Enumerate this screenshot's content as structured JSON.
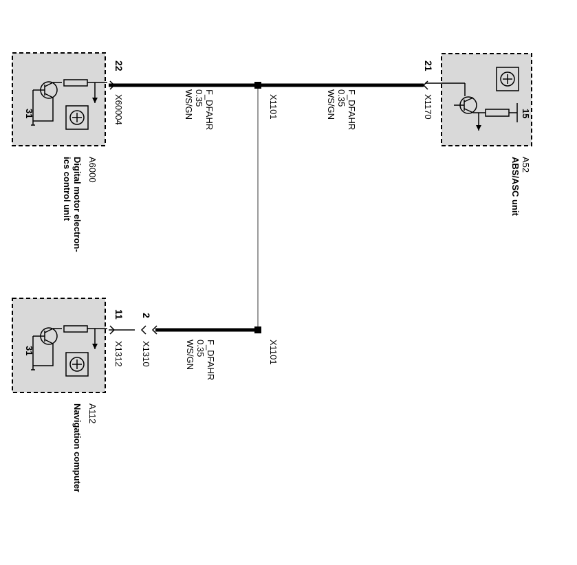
{
  "components": {
    "a6000": {
      "id": "A6000",
      "name_line1": "Digital motor electron-",
      "name_line2": "ics control unit",
      "pin": "22",
      "ground": "31",
      "connector": "X60004"
    },
    "a52": {
      "id": "A52",
      "name_line1": "ABS/ASC unit",
      "pin": "21",
      "supply": "15",
      "connector": "X1170"
    },
    "a112": {
      "id": "A112",
      "name_line1": "Navigation computer",
      "pin": "11",
      "ground": "31",
      "connector": "X1312"
    }
  },
  "connectors": {
    "x1310": {
      "pin": "2",
      "name": "X1310"
    }
  },
  "splices": {
    "top": "X1101",
    "bottom": "X1101"
  },
  "wires": {
    "w1": {
      "signal": "F_DFAHR",
      "gauge": "0.35",
      "color": "WS/GN"
    },
    "w2": {
      "signal": "F_DFAHR",
      "gauge": "0.35",
      "color": "WS/GN"
    },
    "w3": {
      "signal": "F_DFAHR",
      "gauge": "0.35",
      "color": "WS/GN"
    }
  },
  "colors": {
    "box_fill": "#d9d9d9",
    "wire": "#000000",
    "splice_line": "#9a9a9a"
  }
}
